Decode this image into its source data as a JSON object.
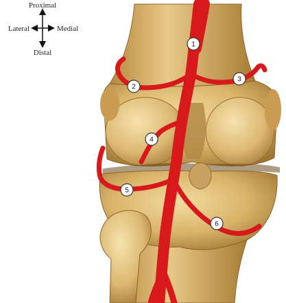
{
  "orientation": {
    "proximal": "Proximal",
    "lateral": "Lateral",
    "medial": "Medial",
    "distal": "Distal"
  },
  "markers": [
    "1",
    "2",
    "3",
    "4",
    "5",
    "6"
  ],
  "colors": {
    "bone": "#d9b46a",
    "bone_shadow": "#a9803a",
    "bone_highlight": "#f0d79a",
    "artery": "#d7191c",
    "artery_dark": "#9c0d10",
    "background": "#ffffff"
  }
}
